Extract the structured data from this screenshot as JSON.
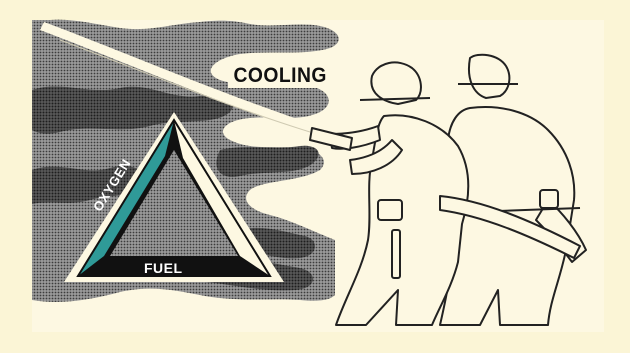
{
  "illustration": {
    "labels": {
      "cooling": "COOLING",
      "oxygen": "OXYGEN",
      "fuel": "FUEL"
    },
    "colors": {
      "background": "#fbf5d6",
      "oxygen_side": "#2f9a98",
      "fuel_side": "#111111",
      "smoke": "#6a6a6a"
    }
  }
}
